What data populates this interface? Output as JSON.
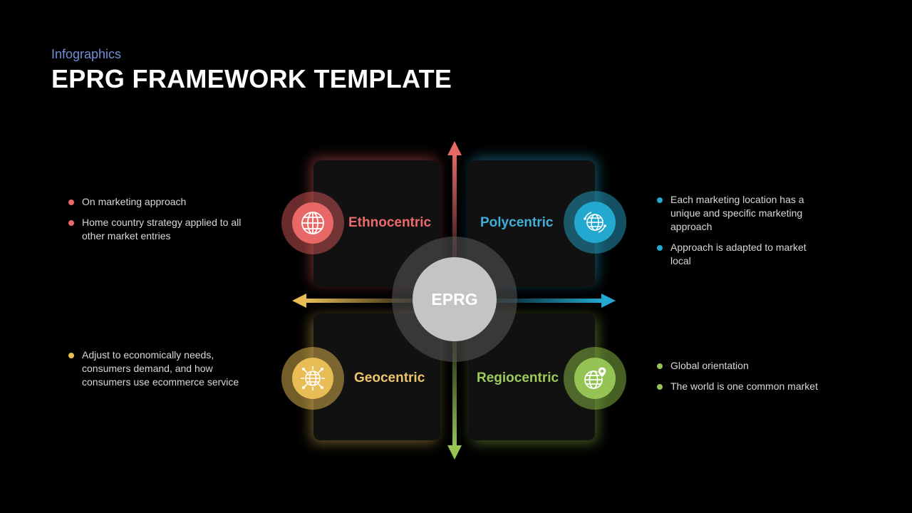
{
  "header": {
    "subtitle": "Infographics",
    "title": "EPRG FRAMEWORK TEMPLATE"
  },
  "center": {
    "label": "EPRG",
    "color": "#c4c4c4"
  },
  "quadrants": {
    "ethnocentric": {
      "label": "Ethnocentric",
      "color": "#e86868",
      "icon": "globe-icon",
      "bullets": [
        "On marketing approach",
        "Home country strategy applied to all other market entries"
      ]
    },
    "polycentric": {
      "label": "Polycentric",
      "color": "#23a9cf",
      "icon": "globe-network-icon",
      "bullets": [
        "Each marketing location has a unique and specific marketing approach",
        "Approach is adapted to market local"
      ]
    },
    "geocentric": {
      "label": "Geocentric",
      "color": "#e8bd55",
      "icon": "globe-connections-icon",
      "bullets": [
        "Adjust to economically needs, consumers demand, and how consumers use ecommerce service"
      ]
    },
    "regiocentric": {
      "label": "Regiocentric",
      "color": "#95c455",
      "icon": "globe-location-icon",
      "bullets": [
        "Global orientation",
        "The world is one common market"
      ]
    }
  }
}
